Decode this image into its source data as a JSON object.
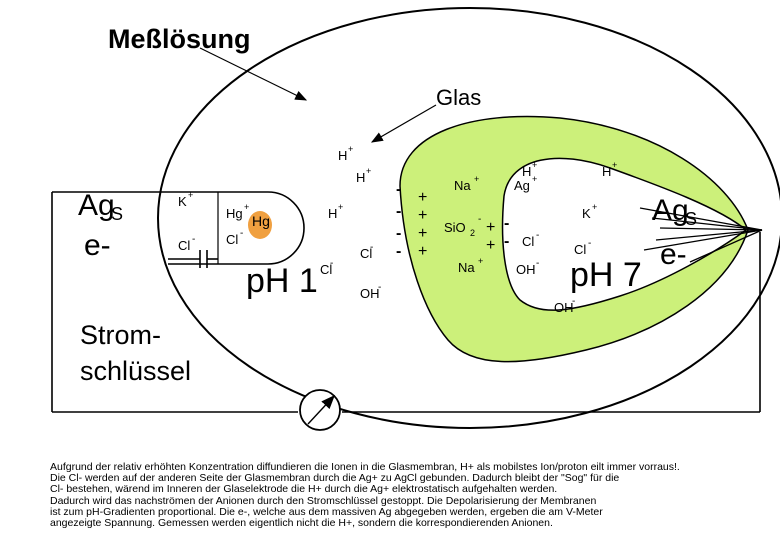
{
  "labels": {
    "messloesung": "Meßlösung",
    "glas": "Glas",
    "ags_left_main": "Ag",
    "ags_left_sub": "S",
    "ags_right_main": "Ag",
    "ags_right_sub": "S",
    "e_left": "e-",
    "e_right": "e-",
    "strom_line1": "Strom-",
    "strom_line2": "schlüssel",
    "ph1": "pH 1",
    "ph7": "pH 7",
    "k_left": "K",
    "k_right": "K",
    "cl_left_bridge": "Cl",
    "cl_left_inner": "Cl",
    "cl_sol_1": "Cl",
    "cl_sol_2": "Cl",
    "cl_inner_right": "Cl",
    "cl_right": "Cl",
    "hg_ion": "Hg",
    "hg_metal": "Hg",
    "h_1": "H",
    "h_2": "H",
    "h_3": "H",
    "h_4": "H",
    "h_5": "H",
    "ag_ion": "Ag",
    "na_1": "Na",
    "na_2": "Na",
    "sio2": "SiO",
    "sio2_sub": "2",
    "oh_1": "OH",
    "oh_2": "OH",
    "oh_3": "OH",
    "plus": "+",
    "minus": "-"
  },
  "caption": [
    "Aufgrund der relativ erhöhten Konzentration diffundieren die Ionen in die Glasmembran, H+ als mobilstes Ion/proton eilt immer vorraus!.",
    "Die Cl- werden auf der anderen Seite der Glasmembran durch die Ag+ zu AgCl gebunden. Dadurch bleibt der \"Sog\" für die",
    "Cl- bestehen, wärend im Inneren der Glaselektrode die H+ durch die Ag+ elektrostatisch aufgehalten werden.",
    "Dadurch wird das nachströmen der Anionen durch den Stromschlüssel gestoppt. Die Depolarisierung der Membranen",
    "ist zum pH-Gradienten proportional. Die e-, welche aus dem massiven Ag abgegeben werden, ergeben die am V-Meter",
    "angezeigte Spannung. Gemessen werden eigentlich nicht die H+, sondern die korrespondierenden Anionen."
  ],
  "colors": {
    "glass": "#ccf07a",
    "hg_drop": "#f0a040",
    "line": "#000000"
  },
  "icons": {
    "voltmeter": "voltmeter-icon",
    "capacitor": "capacitor-icon"
  }
}
